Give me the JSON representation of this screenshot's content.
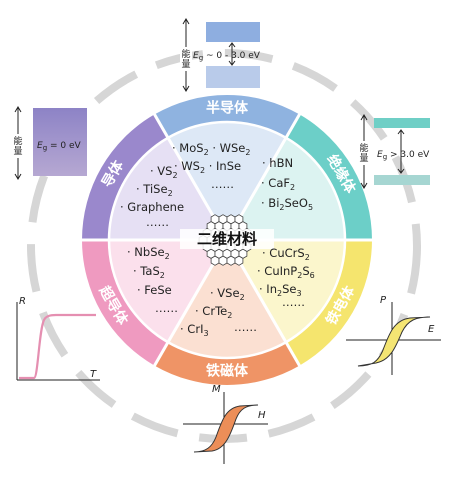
{
  "center": {
    "title": "二维材料"
  },
  "segments": {
    "semiconductor": {
      "label": "半导体",
      "color": "#8fb3e0",
      "fill": "#dde8f6",
      "items": [
        "· MoS",
        "2",
        " · WSe",
        "2",
        "· WS",
        "2",
        " · InSe",
        "……"
      ]
    },
    "insulator": {
      "label": "绝缘体",
      "color": "#6ccfc8",
      "fill": "#dcf3f1",
      "items": [
        "· hBN",
        "· CaF",
        "2",
        "· Bi",
        "2",
        "SeO",
        "5"
      ]
    },
    "ferroelectric": {
      "label": "铁电体",
      "color": "#f5e56e",
      "fill": "#fbf6cc",
      "items": [
        "· CuCrS",
        "2",
        "· CuInP",
        "2",
        "S",
        "6",
        "· In",
        "2",
        "Se",
        "3",
        "……"
      ]
    },
    "ferromagnet": {
      "label": "铁磁体",
      "color": "#ef9466",
      "fill": "#fbe0d2",
      "items": [
        "· VSe",
        "2",
        "· CrTe",
        "2",
        "· CrI",
        "3",
        "……"
      ]
    },
    "superconductor": {
      "label": "超导体",
      "color": "#ef9ac0",
      "fill": "#fbe0ec",
      "items": [
        "· NbSe",
        "2",
        "· TaS",
        "2",
        "· FeSe",
        "……"
      ]
    },
    "conductor": {
      "label": "导体",
      "color": "#9a88cc",
      "fill": "#e6e0f4",
      "items": [
        "· VS",
        "2",
        "· TiSe",
        "2",
        "· Graphene",
        "……"
      ]
    }
  },
  "panels": {
    "semiconductor_band": {
      "axis": "能量",
      "eg": "E",
      "sub": "g",
      "range": " ~ 0 - 3.0 eV"
    },
    "conductor_band": {
      "axis": "能量",
      "eg": "E",
      "sub": "g",
      "value": " = 0 eV"
    },
    "insulator_band": {
      "axis": "能量",
      "eg": "E",
      "sub": "g",
      "value": " > 3.0 eV"
    },
    "superconductor_plot": {
      "y": "R",
      "x": "T"
    },
    "ferroelectric_plot": {
      "y": "P",
      "x": "E"
    },
    "ferromagnet_plot": {
      "y": "M",
      "x": "H"
    }
  }
}
